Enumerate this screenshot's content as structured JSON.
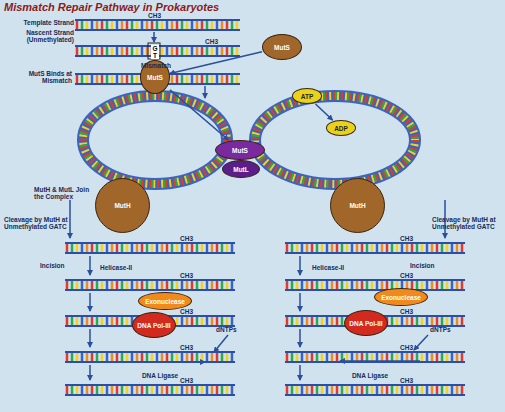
{
  "diagram": {
    "title": "Mismatch Repair Pathway in Prokaryotes",
    "nodes": [
      {
        "text": [
          "MutS"
        ]
      },
      {
        "text": [
          "MutS"
        ]
      },
      {
        "text": [
          "ATP"
        ]
      },
      {
        "text": [
          "ADP"
        ]
      },
      {
        "text": [
          "MutS"
        ]
      },
      {
        "text": [
          "MutL"
        ]
      },
      {
        "text": [
          "MutH"
        ]
      },
      {
        "text": [
          "MutH"
        ]
      },
      {
        "text": [
          "Exonuclease"
        ]
      },
      {
        "text": [
          "DNA Pol-III"
        ]
      },
      {
        "text": [
          "Exonuclease"
        ]
      },
      {
        "text": [
          "DNA Pol-III"
        ]
      }
    ],
    "edges": [
      {
        "from": 0,
        "to": 1,
        "arrow": "to"
      },
      {
        "from": 2,
        "to": 3,
        "arrow": "to"
      },
      {
        "from": 1,
        "to": 4,
        "arrow": "to"
      }
    ],
    "labels": [
      "Template Strand",
      "Nascent Strand (Unmethylated)",
      "Mismatch",
      "MutS Binds at Mismatch",
      "MutH & MutL Join the Complex",
      "Cleavage by MutH at Unmethylated GATC",
      "Cleavage by MutH at Unmethylated GATC",
      "Incision",
      "Helicase-II",
      "Helicase-II",
      "Incision",
      "dNTPs",
      "dNTPs",
      "DNA Ligase",
      "DNA Ligase",
      "CH3",
      "CH3",
      "G",
      "T",
      "CH3",
      "CH3",
      "CH3",
      "CH3",
      "CH3",
      "CH3",
      "CH3",
      "CH3",
      "CH3",
      "CH3"
    ]
  }
}
